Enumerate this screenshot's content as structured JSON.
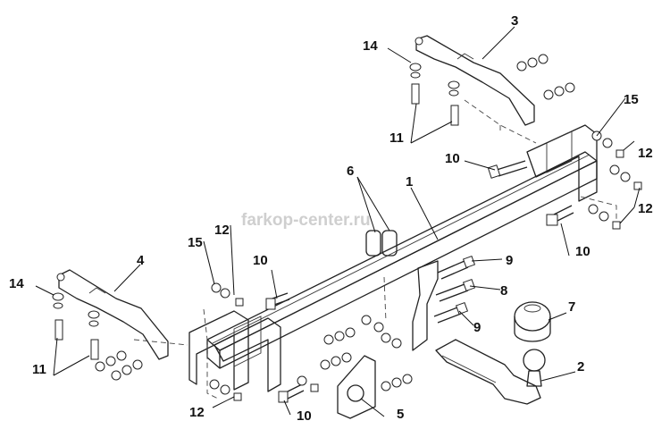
{
  "watermark": "farkop-center.ru",
  "callouts": {
    "c1": "1",
    "c2": "2",
    "c3": "3",
    "c4": "4",
    "c5": "5",
    "c6": "6",
    "c7": "7",
    "c8": "8",
    "c9a": "9",
    "c9b": "9",
    "c10a": "10",
    "c10b": "10",
    "c10c": "10",
    "c11a": "11",
    "c11b": "11",
    "c12a": "12",
    "c12b": "12",
    "c12c": "12",
    "c12d": "12",
    "c14a": "14",
    "c14b": "14",
    "c15a": "15",
    "c15b": "15"
  }
}
